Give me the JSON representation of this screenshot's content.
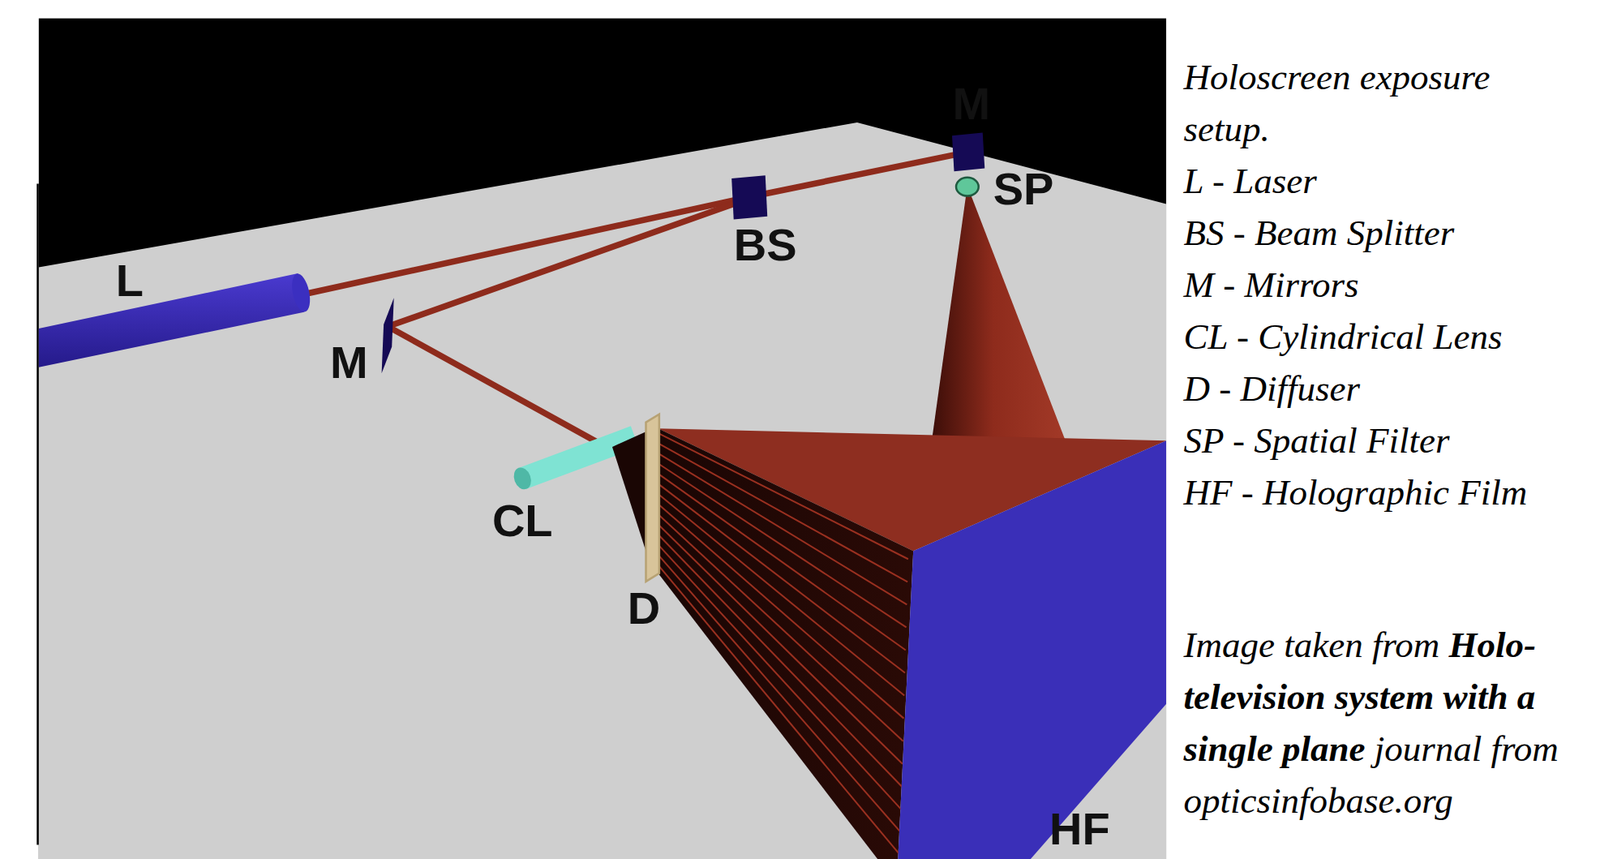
{
  "diagram": {
    "caption": "Holoscreen exposure setup.",
    "labels": [
      "L",
      "BS",
      "M",
      "SP",
      "M",
      "CL",
      "D",
      "HF",
      "L - Laser",
      "BS - Beam Splitter",
      "M - Mirrors",
      "CL - Cylindrical Lens",
      "D - Diffuser",
      "SP - Spatial Filter",
      "HF - Holographic Film",
      "Image taken from",
      "Holo-television system with a single plane",
      "journal from opticsinfobase.org"
    ]
  }
}
